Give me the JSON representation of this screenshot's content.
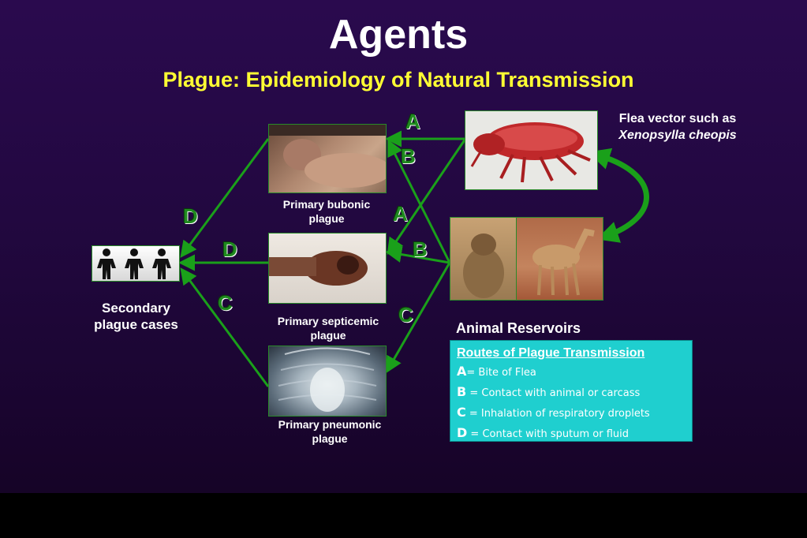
{
  "title": "Agents",
  "subtitle": "Plague:  Epidemiology of Natural Transmission",
  "flea_label": {
    "line1": "Flea vector such as",
    "italic": "Xenopsylla cheopis"
  },
  "captions": {
    "bubonic": "Primary bubonic plague",
    "septicemic": "Primary septicemic plague",
    "pneumonic": "Primary pneumonic plague",
    "secondary": "Secondary plague cases",
    "reservoirs": "Animal Reservoirs"
  },
  "route_letters": {
    "a_top": "A",
    "b_top": "B",
    "a_mid": "A",
    "b_mid": "B",
    "c_right": "C",
    "d_top": "D",
    "d_mid": "D",
    "c_left": "C"
  },
  "legend": {
    "title": "Routes of Plague Transmission",
    "rows": [
      {
        "key": "A",
        "text": "= Bite of Flea"
      },
      {
        "key": "B",
        "text": " = Contact with animal or carcass"
      },
      {
        "key": "C",
        "text": " = Inhalation of respiratory droplets"
      },
      {
        "key": "D",
        "text": " = Contact with sputum or fluid"
      }
    ]
  },
  "colors": {
    "background": "#220840",
    "arrow_green": "#1aa01a",
    "title": "#ffffff",
    "subtitle": "#ffff33",
    "legend_bg": "#1fcfcf"
  },
  "images": {
    "flea": "flea-photo",
    "bubonic": "bubonic-patient-photo",
    "septicemic": "septicemic-hand-photo",
    "pneumonic": "chest-xray-photo",
    "reservoirs": [
      "marmot-photo",
      "camel-photo"
    ],
    "secondary": "people-icon"
  }
}
